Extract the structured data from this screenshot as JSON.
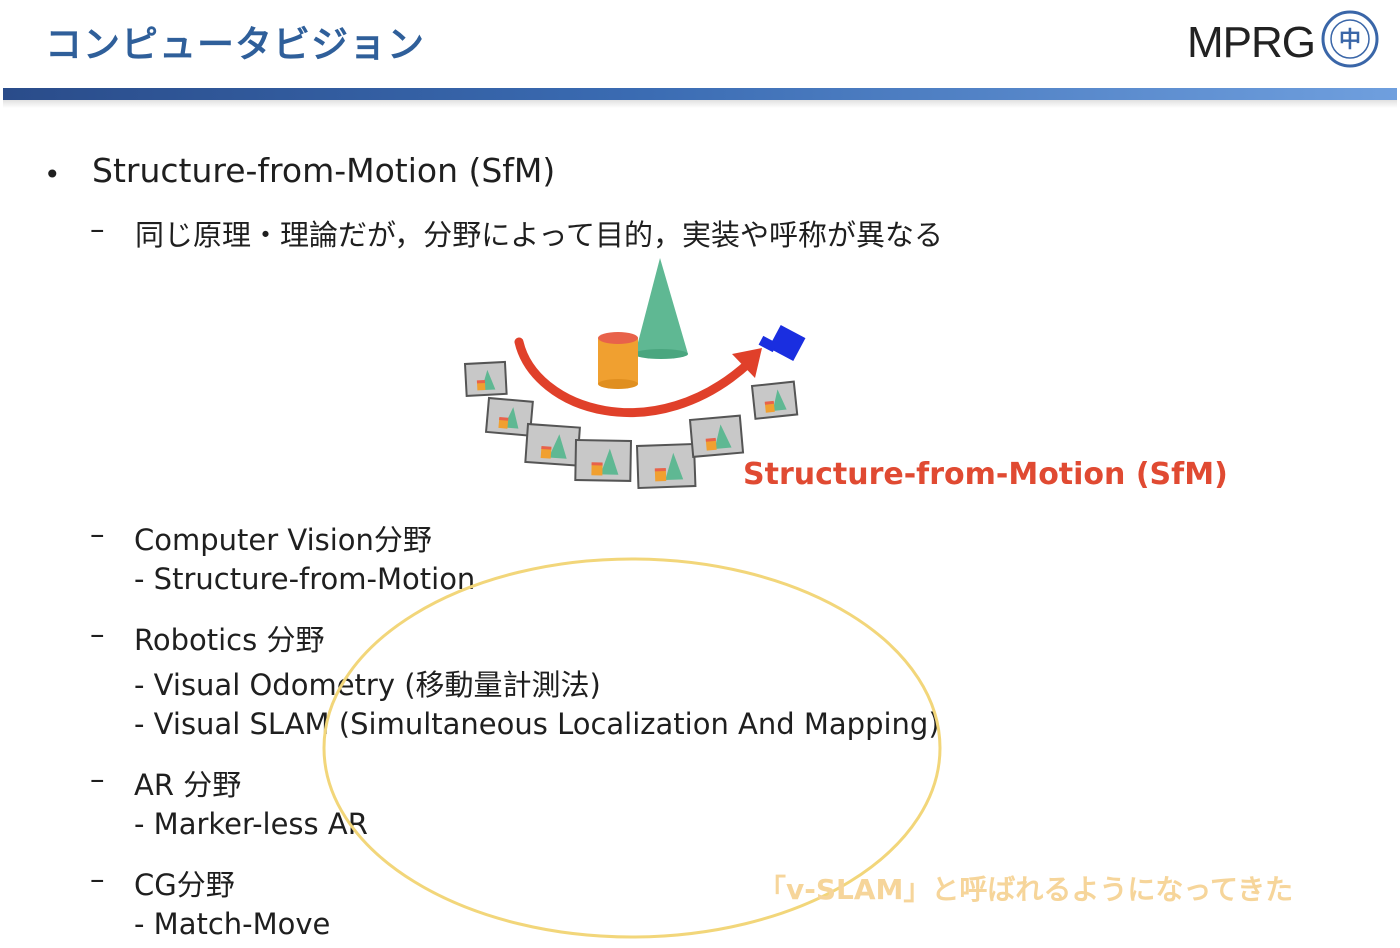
{
  "header": {
    "title": "コンピュータビジョン",
    "logo_text": "MPRG",
    "seal_letter": "中"
  },
  "bullet": {
    "symbol": "•",
    "text": "Structure-from-Motion (SfM)",
    "note_dash": "–",
    "note": "同じ原理・理論だが，分野によって目的，実装や呼称が異なる"
  },
  "diagram": {
    "label": "Structure-from-Motion (SfM)",
    "colors": {
      "cone": "#5fb893",
      "cylinder_body": "#f0a030",
      "cylinder_top": "#e8624a",
      "arrow": "#e0402a",
      "camera": "#1a2ee0",
      "frame_bg": "#c8c8c8"
    }
  },
  "fields": [
    {
      "dash": "–",
      "name": "Computer Vision分野",
      "items": [
        "- Structure-from-Motion"
      ]
    },
    {
      "dash": "–",
      "name": "Robotics 分野",
      "items": [
        "- Visual Odometry (移動量計測法)",
        "- Visual SLAM (Simultaneous Localization And Mapping)"
      ]
    },
    {
      "dash": "–",
      "name": "AR 分野",
      "items": [
        "- Marker-less AR"
      ]
    },
    {
      "dash": "–",
      "name": "CG分野",
      "items": [
        "- Match-Move"
      ]
    }
  ],
  "annotation": {
    "caption": "「v-SLAM」と呼ばれるようになってきた",
    "circle_color": "#f2d67a",
    "caption_color": "#f6d59a"
  }
}
